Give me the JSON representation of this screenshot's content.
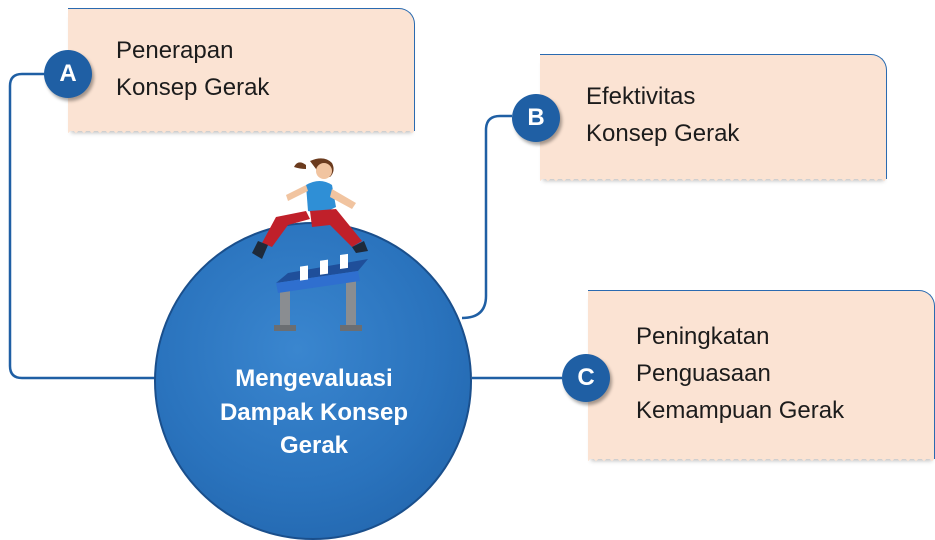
{
  "title": "Mengevaluasi Dampak Konsep Gerak",
  "nodes": [
    {
      "badge": "A",
      "lines": [
        "Penerapan",
        "Konsep Gerak"
      ]
    },
    {
      "badge": "B",
      "lines": [
        "Efektivitas",
        "Konsep Gerak"
      ]
    },
    {
      "badge": "C",
      "lines": [
        "Peningkatan",
        "Penguasaan",
        "Kemampuan Gerak"
      ]
    }
  ],
  "colors": {
    "accent": "#1f5fa4",
    "circle": "#2a73bd",
    "card": "#fbe3d3",
    "connector": "#1f5fa4"
  },
  "icons": [
    "hurdler-illustration",
    "hurdle-icon"
  ]
}
